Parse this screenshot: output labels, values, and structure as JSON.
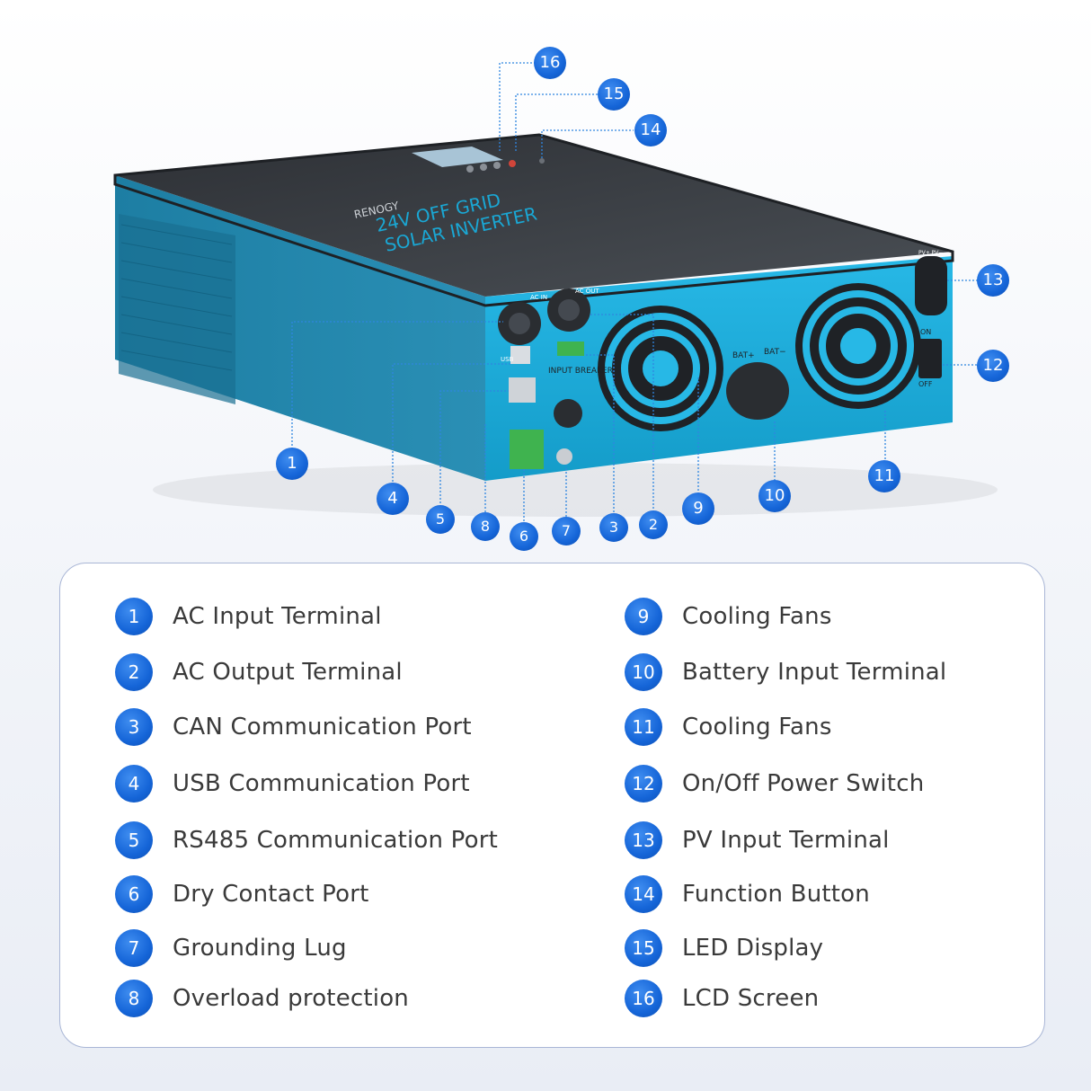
{
  "device": {
    "brand": "RENOGY",
    "title_line1": "24V OFF GRID",
    "title_line2": "SOLAR INVERTER",
    "port_labels": {
      "ac_in": "AC IN",
      "ac_out": "AC OUT",
      "usb": "USB",
      "input_breaker": "INPUT BREAKER",
      "bat_plus": "BAT+",
      "bat_minus": "BAT−",
      "on": "ON",
      "off": "OFF",
      "pv": "PV+ PV−"
    }
  },
  "callouts": [
    "1",
    "2",
    "3",
    "4",
    "5",
    "6",
    "7",
    "8",
    "9",
    "10",
    "11",
    "12",
    "13",
    "14",
    "15",
    "16"
  ],
  "legend": {
    "left": [
      {
        "num": "1",
        "label": "AC Input Terminal"
      },
      {
        "num": "2",
        "label": "AC Output Terminal"
      },
      {
        "num": "3",
        "label": "CAN Communication Port"
      },
      {
        "num": "4",
        "label": "USB Communication Port"
      },
      {
        "num": "5",
        "label": "RS485 Communication Port"
      },
      {
        "num": "6",
        "label": "Dry Contact Port"
      },
      {
        "num": "7",
        "label": "Grounding Lug"
      },
      {
        "num": "8",
        "label": "Overload protection"
      }
    ],
    "right": [
      {
        "num": "9",
        "label": "Cooling Fans"
      },
      {
        "num": "10",
        "label": "Battery Input Terminal"
      },
      {
        "num": "11",
        "label": "Cooling Fans"
      },
      {
        "num": "12",
        "label": "On/Off Power Switch"
      },
      {
        "num": "13",
        "label": "PV Input Terminal"
      },
      {
        "num": "14",
        "label": "Function Button"
      },
      {
        "num": "15",
        "label": "LED Display"
      },
      {
        "num": "16",
        "label": "LCD Screen"
      }
    ]
  },
  "colors": {
    "badge": "#1565d8",
    "body_teal": "#1aa7d4",
    "top_dark": "#3d4146",
    "leader": "#2f86e0",
    "panel_border": "#a9b6d6"
  }
}
